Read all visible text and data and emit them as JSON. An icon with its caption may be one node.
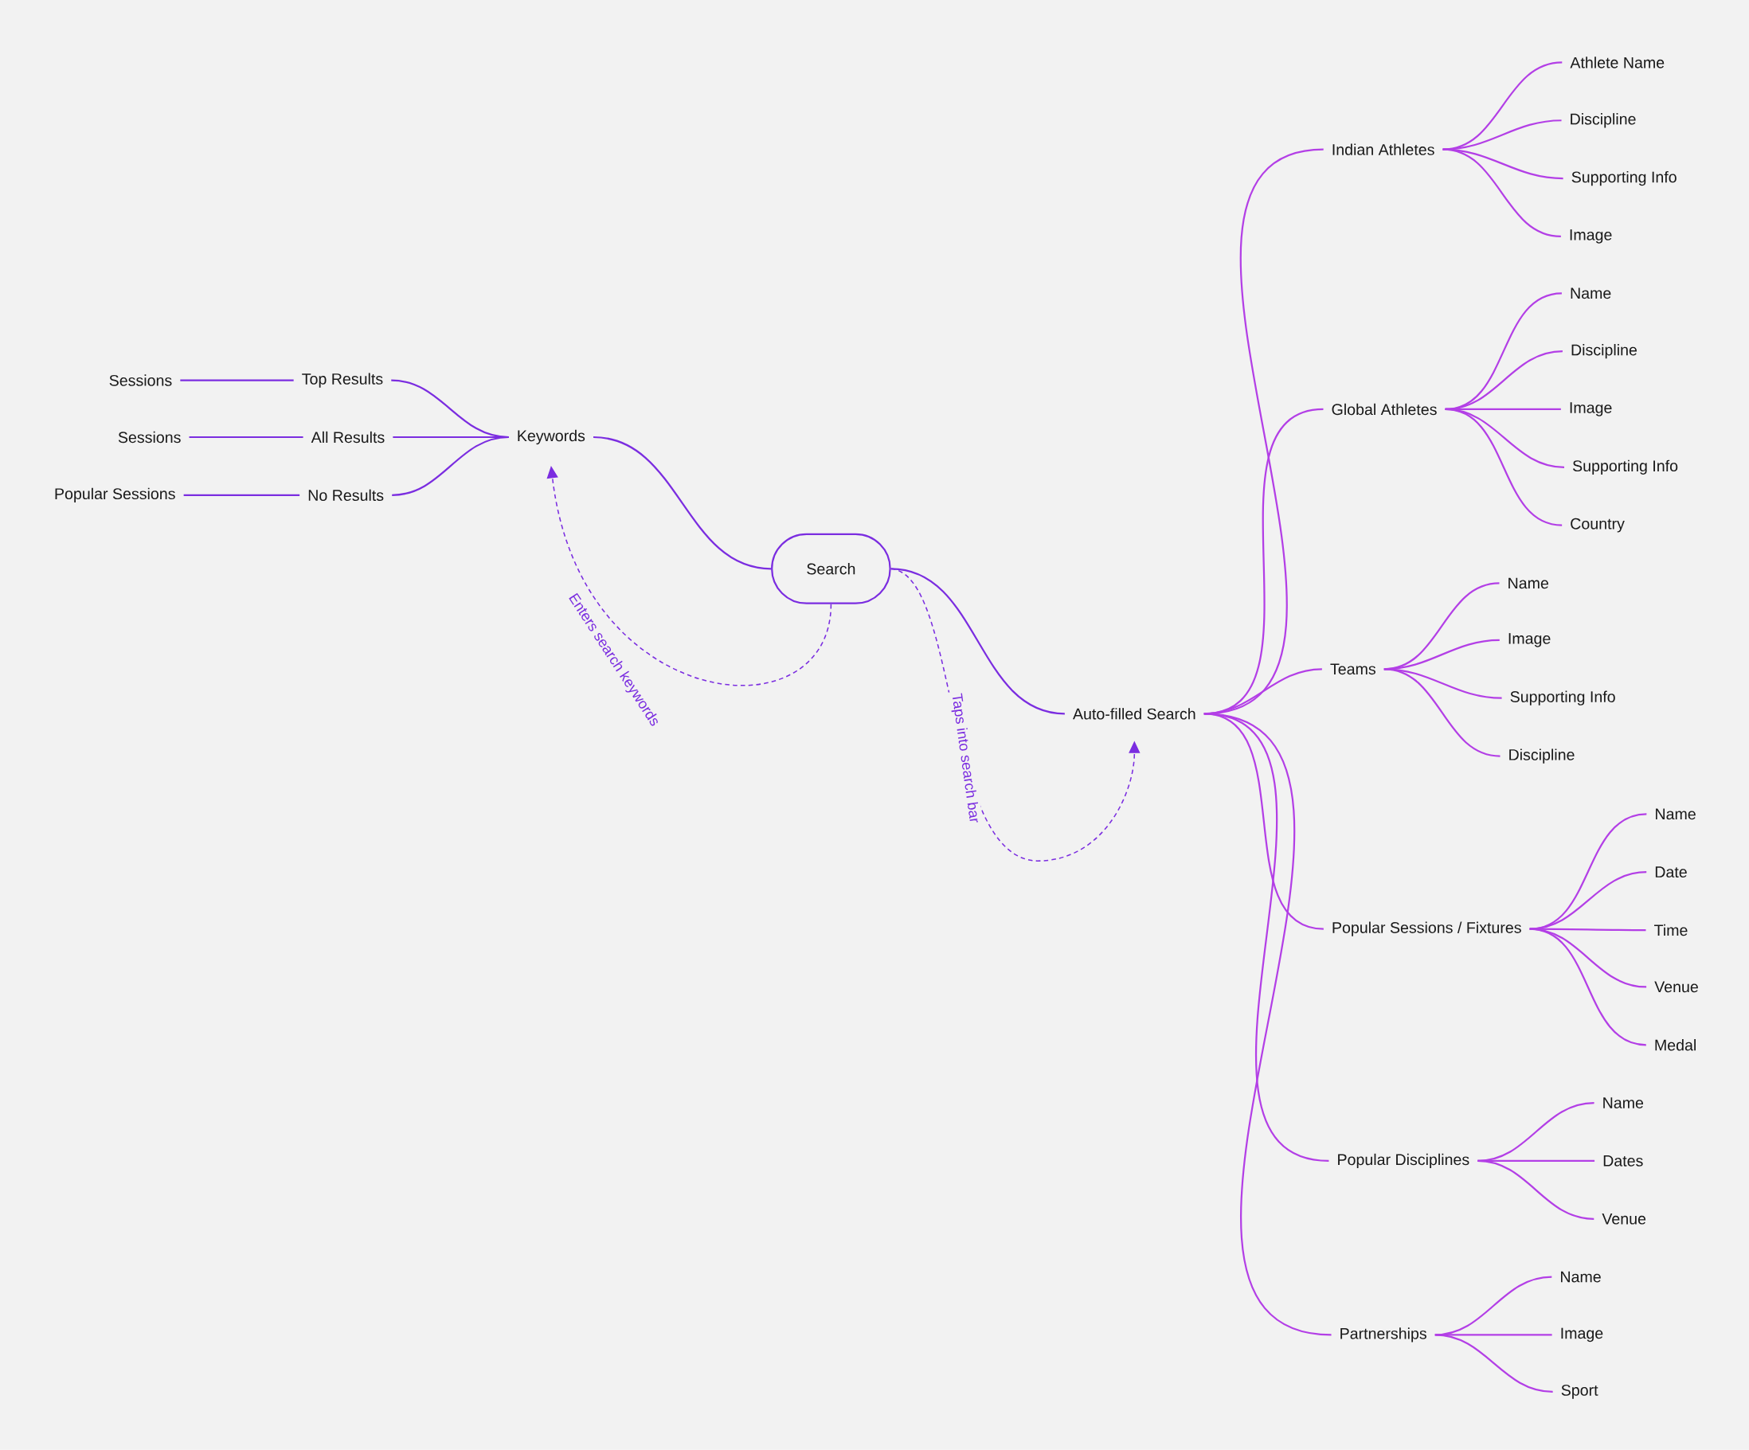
{
  "diagram": {
    "nodes": [
      {
        "text": [
          "Search"
        ]
      },
      {
        "text": [
          "Keywords"
        ]
      },
      {
        "text": [
          "Top Results"
        ]
      },
      {
        "text": [
          "All Results"
        ]
      },
      {
        "text": [
          "No Results"
        ]
      },
      {
        "text": [
          "Sessions"
        ]
      },
      {
        "text": [
          "Sessions"
        ]
      },
      {
        "text": [
          "Popular Sessions"
        ]
      },
      {
        "text": [
          "Auto-filled Search"
        ]
      },
      {
        "text": [
          "Indian Athletes"
        ]
      },
      {
        "text": [
          "Athlete Name"
        ]
      },
      {
        "text": [
          "Discipline"
        ]
      },
      {
        "text": [
          "Supporting Info"
        ]
      },
      {
        "text": [
          "Image"
        ]
      },
      {
        "text": [
          "Global Athletes"
        ]
      },
      {
        "text": [
          "Name"
        ]
      },
      {
        "text": [
          "Discipline"
        ]
      },
      {
        "text": [
          "Image"
        ]
      },
      {
        "text": [
          "Supporting Info"
        ]
      },
      {
        "text": [
          "Country"
        ]
      },
      {
        "text": [
          "Teams"
        ]
      },
      {
        "text": [
          "Name"
        ]
      },
      {
        "text": [
          "Image"
        ]
      },
      {
        "text": [
          "Supporting Info"
        ]
      },
      {
        "text": [
          "Discipline"
        ]
      },
      {
        "text": [
          "Popular Sessions / Fixtures"
        ]
      },
      {
        "text": [
          "Name"
        ]
      },
      {
        "text": [
          "Date"
        ]
      },
      {
        "text": [
          "Time"
        ]
      },
      {
        "text": [
          "Venue"
        ]
      },
      {
        "text": [
          "Medal"
        ]
      },
      {
        "text": [
          "Popular Disciplines"
        ]
      },
      {
        "text": [
          "Name"
        ]
      },
      {
        "text": [
          "Dates"
        ]
      },
      {
        "text": [
          "Venue"
        ]
      },
      {
        "text": [
          "Partnerships"
        ]
      },
      {
        "text": [
          "Name"
        ]
      },
      {
        "text": [
          "Image"
        ]
      },
      {
        "text": [
          "Sport"
        ]
      }
    ],
    "edges": [
      {
        "from": 0,
        "to": 1,
        "arrow": "none",
        "color": "#7b2de0"
      },
      {
        "from": 1,
        "to": 2,
        "arrow": "none",
        "color": "#7b2de0"
      },
      {
        "from": 1,
        "to": 3,
        "arrow": "none",
        "color": "#7b2de0"
      },
      {
        "from": 1,
        "to": 4,
        "arrow": "none",
        "color": "#7b2de0"
      },
      {
        "from": 2,
        "to": 5,
        "arrow": "none",
        "color": "#7b2de0"
      },
      {
        "from": 3,
        "to": 6,
        "arrow": "none",
        "color": "#7b2de0"
      },
      {
        "from": 4,
        "to": 7,
        "arrow": "none",
        "color": "#7b2de0"
      },
      {
        "from": 0,
        "to": 8,
        "arrow": "none",
        "color": "#7b2de0"
      },
      {
        "from": 8,
        "to": 9,
        "arrow": "none"
      },
      {
        "from": 8,
        "to": 14,
        "arrow": "none"
      },
      {
        "from": 8,
        "to": 20,
        "arrow": "none"
      },
      {
        "from": 8,
        "to": 25,
        "arrow": "none"
      },
      {
        "from": 8,
        "to": 31,
        "arrow": "none"
      },
      {
        "from": 8,
        "to": 35,
        "arrow": "none"
      },
      {
        "from": 9,
        "to": 10,
        "arrow": "none"
      },
      {
        "from": 9,
        "to": 11,
        "arrow": "none"
      },
      {
        "from": 9,
        "to": 12,
        "arrow": "none"
      },
      {
        "from": 9,
        "to": 13,
        "arrow": "none"
      },
      {
        "from": 14,
        "to": 15,
        "arrow": "none"
      },
      {
        "from": 14,
        "to": 16,
        "arrow": "none"
      },
      {
        "from": 14,
        "to": 17,
        "arrow": "none"
      },
      {
        "from": 14,
        "to": 18,
        "arrow": "none"
      },
      {
        "from": 14,
        "to": 19,
        "arrow": "none"
      },
      {
        "from": 20,
        "to": 21,
        "arrow": "none"
      },
      {
        "from": 20,
        "to": 22,
        "arrow": "none"
      },
      {
        "from": 20,
        "to": 23,
        "arrow": "none"
      },
      {
        "from": 20,
        "to": 24,
        "arrow": "none"
      },
      {
        "from": 25,
        "to": 26,
        "arrow": "none"
      },
      {
        "from": 25,
        "to": 27,
        "arrow": "none"
      },
      {
        "from": 25,
        "to": 28,
        "arrow": "none"
      },
      {
        "from": 25,
        "to": 29,
        "arrow": "none"
      },
      {
        "from": 25,
        "to": 30,
        "arrow": "none"
      },
      {
        "from": 31,
        "to": 32,
        "arrow": "none"
      },
      {
        "from": 31,
        "to": 33,
        "arrow": "none"
      },
      {
        "from": 31,
        "to": 34,
        "arrow": "none"
      },
      {
        "from": 35,
        "to": 36,
        "arrow": "none"
      },
      {
        "from": 35,
        "to": 37,
        "arrow": "none"
      },
      {
        "from": 35,
        "to": 38,
        "arrow": "none"
      },
      {
        "from": 0,
        "to": 1,
        "arrow": "to",
        "style": "dashed",
        "color": "#7b2de0",
        "label": "Enters search keywords"
      },
      {
        "from": 0,
        "to": 8,
        "arrow": "to",
        "style": "dashed",
        "color": "#7b2de0",
        "label": "Taps into search bar"
      }
    ]
  }
}
